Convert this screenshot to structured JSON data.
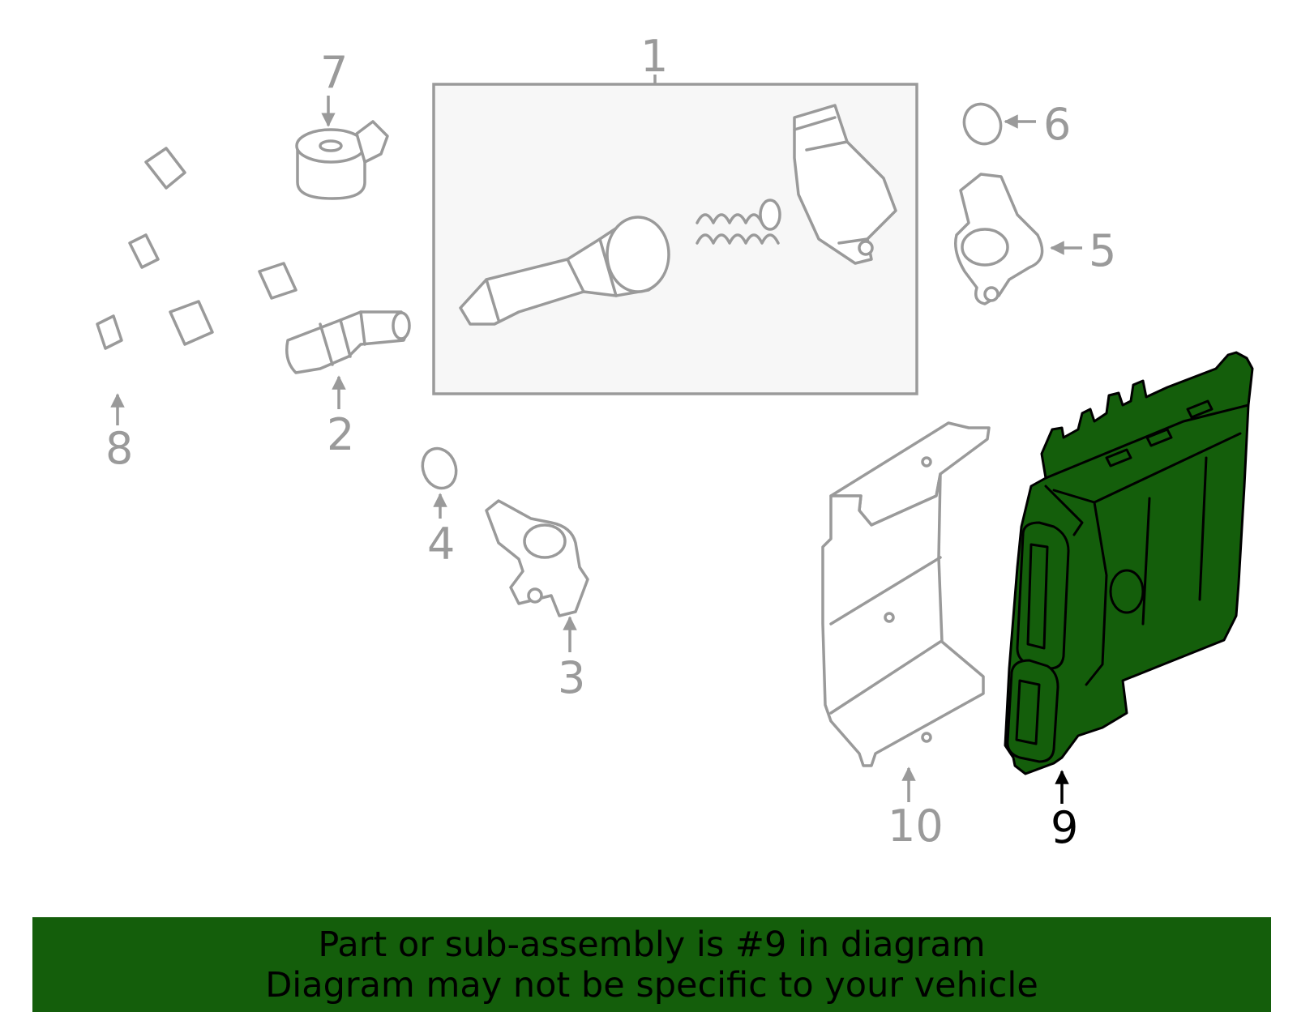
{
  "callouts": {
    "c1": "1",
    "c2": "2",
    "c3": "3",
    "c4": "4",
    "c5": "5",
    "c6": "6",
    "c7": "7",
    "c8": "8",
    "c9": "9",
    "c10": "10"
  },
  "highlighted_part": "9",
  "colors": {
    "highlight": "#145e0b",
    "outline": "#9a9a9a",
    "assembly_box_fill": "#f7f7f7"
  },
  "banner": {
    "line1": "Part or sub-assembly is #9 in diagram",
    "line2": "Diagram may not be specific to your vehicle"
  }
}
